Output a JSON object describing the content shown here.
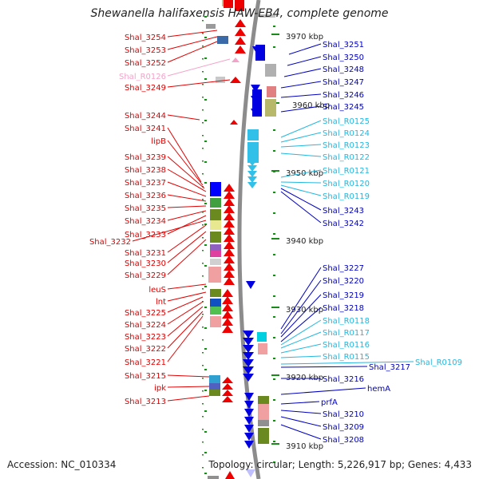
{
  "title": "Shewanella halifaxensis HAW-EB4, complete genome",
  "footer": {
    "accession": "Accession: NC_010334",
    "summary": "Topology: circular; Length: 5,226,917 bp; Genes: 4,433"
  },
  "colors": {
    "reverse_label": "#e00000",
    "forward_label": "#0000c0",
    "rna_label": "#22b8e0",
    "pseudo_label": "#f4a3c8",
    "backbone": "#8c8c8c",
    "tick": "#1a8a1a"
  },
  "scale_labels": [
    "3970 kbp",
    "3960 kbp",
    "3950 kbp",
    "3940 kbp",
    "3930 kbp",
    "3920 kbp",
    "3910 kbp"
  ],
  "left_labels": [
    {
      "text": "Shal_3254",
      "kind": "reverse"
    },
    {
      "text": "Shal_3253",
      "kind": "reverse"
    },
    {
      "text": "Shal_3252",
      "kind": "reverse"
    },
    {
      "text": "Shal_R0126",
      "kind": "pseudo"
    },
    {
      "text": "Shal_3249",
      "kind": "reverse"
    },
    {
      "text": "Shal_3244",
      "kind": "reverse"
    },
    {
      "text": "Shal_3241",
      "kind": "reverse"
    },
    {
      "text": "lipB",
      "kind": "reverse"
    },
    {
      "text": "Shal_3239",
      "kind": "reverse"
    },
    {
      "text": "Shal_3238",
      "kind": "reverse"
    },
    {
      "text": "Shal_3237",
      "kind": "reverse"
    },
    {
      "text": "Shal_3236",
      "kind": "reverse"
    },
    {
      "text": "Shal_3235",
      "kind": "reverse"
    },
    {
      "text": "Shal_3234",
      "kind": "reverse"
    },
    {
      "text": "Shal_3233",
      "kind": "reverse"
    },
    {
      "text": "Shal_3232",
      "kind": "reverse"
    },
    {
      "text": "Shal_3231",
      "kind": "reverse"
    },
    {
      "text": "Shal_3230",
      "kind": "reverse"
    },
    {
      "text": "Shal_3229",
      "kind": "reverse"
    },
    {
      "text": "leuS",
      "kind": "reverse"
    },
    {
      "text": "lnt",
      "kind": "reverse"
    },
    {
      "text": "Shal_3225",
      "kind": "reverse"
    },
    {
      "text": "Shal_3224",
      "kind": "reverse"
    },
    {
      "text": "Shal_3223",
      "kind": "reverse"
    },
    {
      "text": "Shal_3222",
      "kind": "reverse"
    },
    {
      "text": "Shal_3221",
      "kind": "reverse"
    },
    {
      "text": "Shal_3215",
      "kind": "reverse"
    },
    {
      "text": "ipk",
      "kind": "reverse"
    },
    {
      "text": "Shal_3213",
      "kind": "reverse"
    }
  ],
  "right_labels": [
    {
      "text": "Shal_3251",
      "kind": "forward"
    },
    {
      "text": "Shal_3250",
      "kind": "forward"
    },
    {
      "text": "Shal_3248",
      "kind": "forward"
    },
    {
      "text": "Shal_3247",
      "kind": "forward"
    },
    {
      "text": "Shal_3246",
      "kind": "forward"
    },
    {
      "text": "Shal_3245",
      "kind": "forward"
    },
    {
      "text": "Shal_R0125",
      "kind": "rna"
    },
    {
      "text": "Shal_R0124",
      "kind": "rna"
    },
    {
      "text": "Shal_R0123",
      "kind": "rna"
    },
    {
      "text": "Shal_R0122",
      "kind": "rna"
    },
    {
      "text": "Shal_R0121",
      "kind": "rna"
    },
    {
      "text": "Shal_R0120",
      "kind": "rna"
    },
    {
      "text": "Shal_R0119",
      "kind": "rna"
    },
    {
      "text": "Shal_3243",
      "kind": "forward"
    },
    {
      "text": "Shal_3242",
      "kind": "forward"
    },
    {
      "text": "Shal_3227",
      "kind": "forward"
    },
    {
      "text": "Shal_3220",
      "kind": "forward"
    },
    {
      "text": "Shal_3219",
      "kind": "forward"
    },
    {
      "text": "Shal_3218",
      "kind": "forward"
    },
    {
      "text": "Shal_R0118",
      "kind": "rna"
    },
    {
      "text": "Shal_R0117",
      "kind": "rna"
    },
    {
      "text": "Shal_R0116",
      "kind": "rna"
    },
    {
      "text": "Shal_R0115",
      "kind": "rna"
    },
    {
      "text": "Shal_R0109",
      "kind": "rna"
    },
    {
      "text": "Shal_3217",
      "kind": "forward"
    },
    {
      "text": "Shal_3216",
      "kind": "forward"
    },
    {
      "text": "hemA",
      "kind": "forward"
    },
    {
      "text": "prfA",
      "kind": "forward"
    },
    {
      "text": "Shal_3210",
      "kind": "forward"
    },
    {
      "text": "Shal_3209",
      "kind": "forward"
    },
    {
      "text": "Shal_3208",
      "kind": "forward"
    }
  ]
}
